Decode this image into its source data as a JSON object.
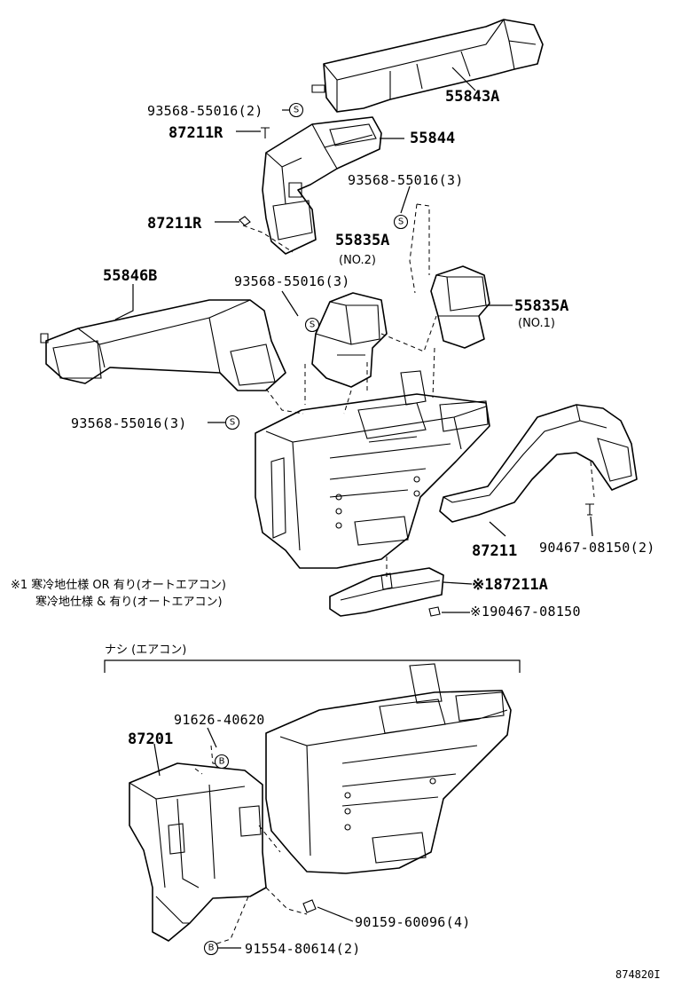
{
  "labels": {
    "p55843A": "55843A",
    "p93568_2": "93568-55016(2)",
    "p87211R_top": "87211R",
    "p55844": "55844",
    "p93568_3_right": "93568-55016(3)",
    "p87211R_mid": "87211R",
    "p55835A_no2": "55835A",
    "no2": "(NO.2)",
    "p55846B": "55846B",
    "p93568_3_center": "93568-55016(3)",
    "p55835A_no1": "55835A",
    "no1": "(NO.1)",
    "p93568_3_left": "93568-55016(3)",
    "p87211": "87211",
    "p90467_2": "90467-08150(2)",
    "p87211A": "※187211A",
    "p90467_note": "※190467-08150",
    "p91626": "91626-40620",
    "p87201": "87201",
    "p90159": "90159-60096(4)",
    "p91554": "91554-80614(2)"
  },
  "notes": {
    "line1": "※1 寒冷地仕様 OR 有り(オートエアコン)",
    "line2": "寒冷地仕様 & 有り(オートエアコン)",
    "section": "ナシ (エアコン)"
  },
  "symbols": {
    "s": "S",
    "b": "B"
  },
  "footer": {
    "ref": "874820I"
  }
}
